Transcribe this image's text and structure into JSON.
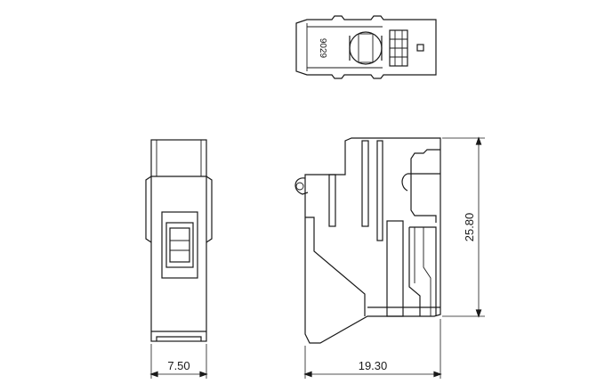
{
  "dimensions": {
    "width_side": "7.50",
    "width_front": "19.30",
    "height_front": "25.80"
  },
  "part_marking": "9029"
}
